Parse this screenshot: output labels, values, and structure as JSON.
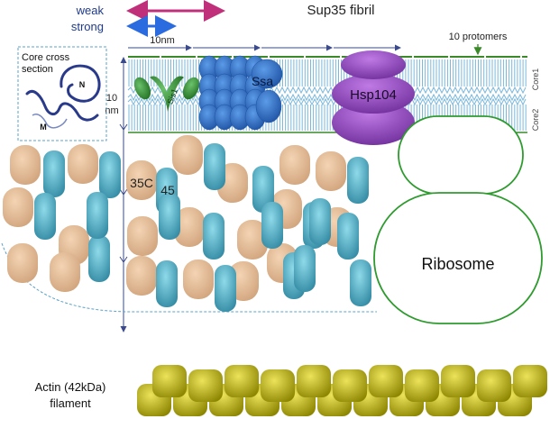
{
  "title": "Sup35 fibril",
  "legend": {
    "weak": "weak",
    "strong": "strong",
    "weak_color": "#c0307a",
    "strong_color": "#2a6be0"
  },
  "scale_label": "10nm",
  "protomers_label": "10 protomers",
  "thickness_label_line1": "10",
  "thickness_label_line2": "nm",
  "core_labels": [
    "Core1",
    "Core2"
  ],
  "inset": {
    "title_line1": "Core cross",
    "title_line2": "section",
    "n_label": "N",
    "m_label": "M"
  },
  "proteins": {
    "sis1": "Sis1",
    "ssa": "Ssa",
    "hsp104": "Hsp104",
    "c35": "35C",
    "c45": "45",
    "ribosome": "Ribosome"
  },
  "actin_label_line1": "Actin (42kDa)",
  "actin_label_line2": "filament",
  "colors": {
    "fibril_line": "#3a8a2a",
    "tan": "#e2b994",
    "teal": "#4aa5b8",
    "sis1_green": "#2e8b2e",
    "ssa_blue": "#2d6fc4",
    "hsp104_purple": "#8b3fb8",
    "ribosome_green": "#2e9b2e",
    "actin_yellow": "#bcb600",
    "axis_navy": "#3a4a8a"
  }
}
